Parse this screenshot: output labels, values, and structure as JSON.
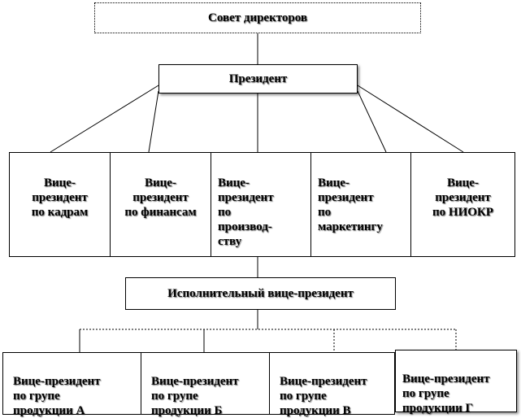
{
  "board": {
    "label": "Совет директоров"
  },
  "president": {
    "label": "Президент"
  },
  "vice_presidents": [
    {
      "label": "Вице-\nпрезидент\nпо кадрам"
    },
    {
      "label": "Вице-\nпрезидент\nпо финансам"
    },
    {
      "label": "Вице-\nпрезидент\nпо\nпроизвод-\nству"
    },
    {
      "label": "Вице-\nпрезидент\nпо\nмаркетингу"
    },
    {
      "label": "Вице-\nпрезидент\nпо НИОКР"
    }
  ],
  "executive_vp": {
    "label": "Исполнительный вице-президент"
  },
  "product_vps": [
    {
      "label": "Вице-президент\nпо групе\nпродукции А"
    },
    {
      "label": "Вице-президент\nпо групе\nпродукции Б"
    },
    {
      "label": "Вице-президент\nпо групе\nпродукции В"
    },
    {
      "label": "Вице-президент\nпо групе\nпродукции Г"
    }
  ]
}
